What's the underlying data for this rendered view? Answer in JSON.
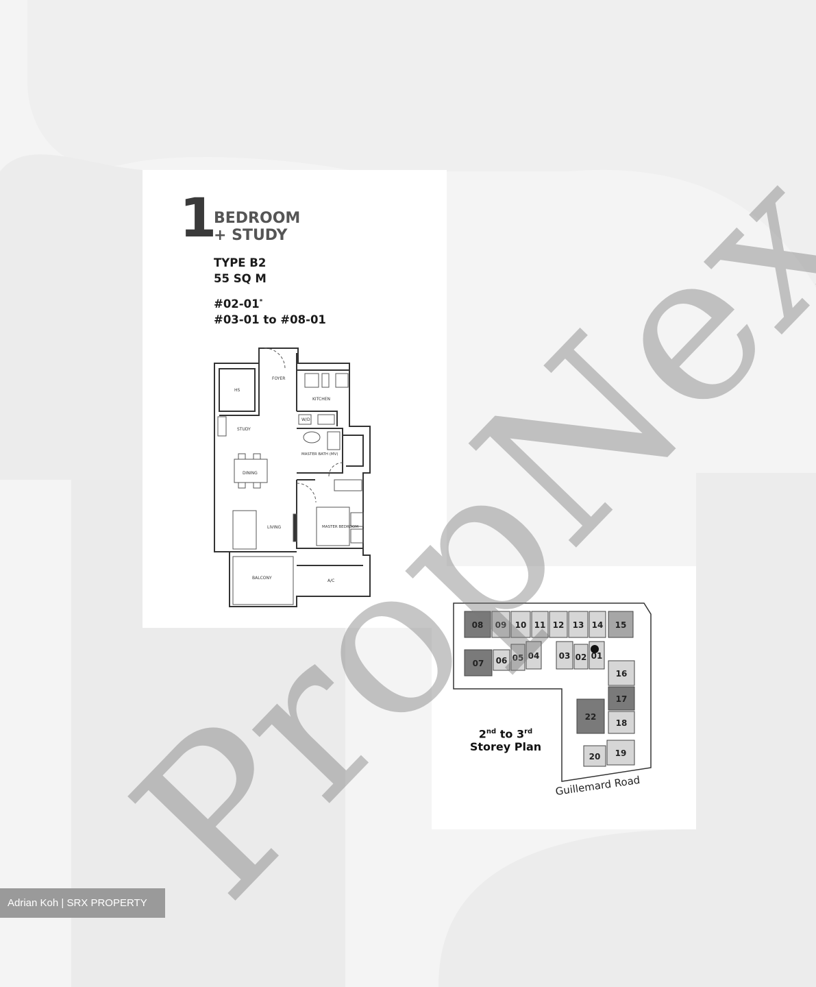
{
  "unit": {
    "bedroom_number": "1",
    "category_line1": "BEDROOM",
    "category_line2": "+ STUDY",
    "type": "TYPE B2",
    "area": "55 SQ M",
    "units_line1": "#02-01",
    "units_line1_mark": "*",
    "units_line2": "#03-01 to #08-01"
  },
  "floor_plan": {
    "rooms": {
      "foyer": "FOYER",
      "kitchen": "KITCHEN",
      "hs": "HS",
      "study": "STUDY",
      "wd": "W/D",
      "dining": "DINING",
      "master_bath": "MASTER BATH (MV)",
      "living": "LIVING",
      "master_bedroom": "MASTER BEDROOM",
      "balcony": "BALCONY",
      "ac": "A/C"
    }
  },
  "site_plan": {
    "units": [
      "08",
      "09",
      "10",
      "11",
      "12",
      "13",
      "14",
      "15",
      "07",
      "06",
      "05",
      "04",
      "03",
      "02",
      "01",
      "16",
      "17",
      "18",
      "22",
      "20",
      "19"
    ],
    "highlighted_unit": "01",
    "storey_line1_a": "2",
    "storey_line1_a_sup": "nd",
    "storey_line1_to": " to ",
    "storey_line1_b": "3",
    "storey_line1_b_sup": "rd",
    "storey_line2": "Storey Plan",
    "road": "Guillemard Road"
  },
  "watermark": "PropNex",
  "credit": "Adrian Koh | SRX PROPERTY",
  "colors": {
    "dark_unit": "#7a7a7a",
    "mid_unit": "#a6a6a6",
    "light_unit": "#d6d6d6",
    "outline": "#333333"
  }
}
